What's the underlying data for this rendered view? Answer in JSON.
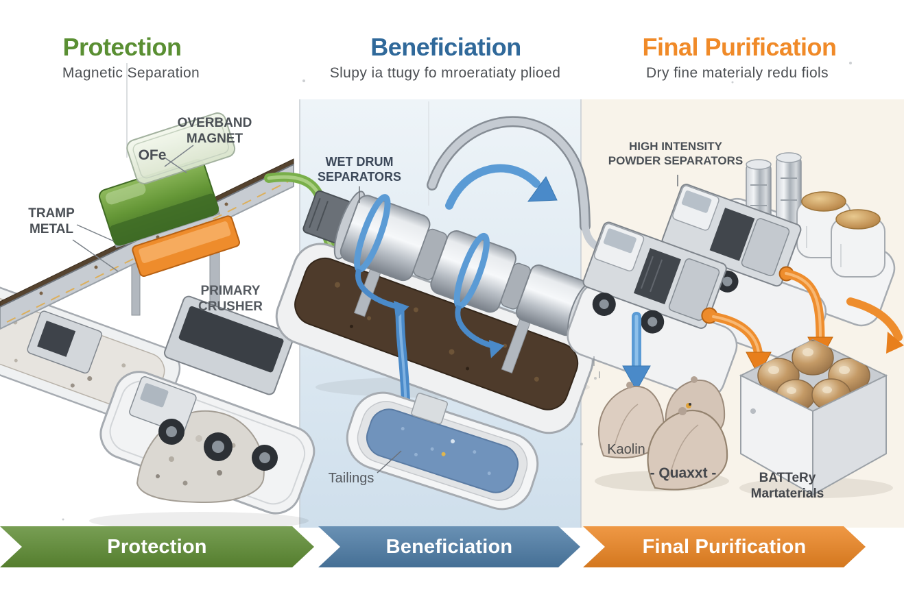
{
  "stages": [
    {
      "title": "Protection",
      "subtitle": "Magnetic Separation",
      "accent": "#5a8f33"
    },
    {
      "title": "Beneficiation",
      "subtitle": "Slupy ia ttugy fo mroeratiaty plioed",
      "accent": "#30699a"
    },
    {
      "title": "Final Purification",
      "subtitle": "Dry fine materialy redu fiols",
      "accent": "#f08a28"
    }
  ],
  "labels": {
    "ore": "OFe",
    "overband_magnet": "OVERBAND\nMAGNET",
    "tramp_metal": "TRAMP\nMETAL",
    "primary_crusher": "PRIMARY\nCRUSHER",
    "wet_drum": "WET DRUM\nSEPARATORS",
    "tailings": "Tailings",
    "high_intensity": "HIGH INTENSITY\nPOWDER SEPARATORS",
    "kaolin": "Kaolin",
    "quartz": "- Quaxxt -",
    "battery": "BATTeRy\nMartaterials"
  },
  "banner": {
    "steps": [
      {
        "label": "Protection",
        "color": "#5e8c33"
      },
      {
        "label": "Beneficiation",
        "color": "#4d7ca6"
      },
      {
        "label": "Final Purification",
        "color": "#ec8522"
      }
    ]
  },
  "colors": {
    "mid_panel_top": "#eef4f8",
    "mid_panel_bottom": "#cfdfec",
    "right_panel": "#f8f3ea",
    "pipe_green": "#79af4a",
    "pipe_blue": "#5b9bd5",
    "arrow_orange": "#ee8d2d"
  }
}
